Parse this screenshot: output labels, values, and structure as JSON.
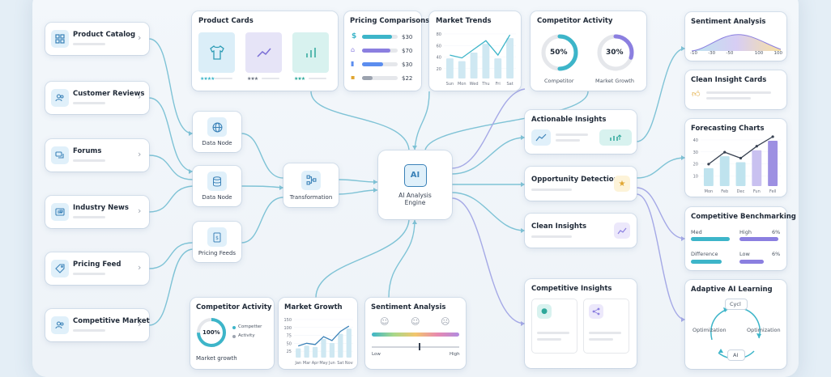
{
  "sources": [
    {
      "label": "Product Catalog",
      "icon": "grid-icon"
    },
    {
      "label": "Customer Reviews",
      "icon": "users-icon"
    },
    {
      "label": "Forums",
      "icon": "chat-icon"
    },
    {
      "label": "Industry News",
      "icon": "news-icon"
    },
    {
      "label": "Pricing Feed",
      "icon": "tag-icon"
    },
    {
      "label": "Competitive Market",
      "icon": "users-icon"
    }
  ],
  "nodes": {
    "data_node_1": "Data Node",
    "data_node_2": "Data Node",
    "pricing_feeds": "Pricing Feeds",
    "transformation": "Transformation",
    "engine_line1": "AI Analysis",
    "engine_line2": "Engine",
    "ai_chip": "AI"
  },
  "top": {
    "product_cards": {
      "title": "Product Cards"
    },
    "pricing": {
      "title": "Pricing Comparisons",
      "rows": [
        {
          "value": "$30",
          "fill": 0.85,
          "color": "#3db5c9"
        },
        {
          "value": "$70",
          "fill": 0.8,
          "color": "#8b7fe0"
        },
        {
          "value": "$30",
          "fill": 0.6,
          "color": "#5b8def"
        },
        {
          "value": "$22",
          "fill": 0.3,
          "color": "#9ca3af"
        }
      ]
    },
    "market_trends": {
      "title": "Market Trends",
      "yticks": [
        "80",
        "60",
        "40",
        "20"
      ],
      "xticks": [
        "Sun",
        "Mon",
        "Wed",
        "Thu",
        "Fri",
        "Sat"
      ]
    },
    "competitor_activity": {
      "title": "Competitor Activity",
      "rings": [
        {
          "value": "50%",
          "label": "Competitor",
          "fraction": 0.5,
          "color": "#3db5c9"
        },
        {
          "value": "30%",
          "label": "Market Growth",
          "fraction": 0.3,
          "color": "#8b7fe0"
        }
      ]
    }
  },
  "middle": {
    "actionable": "Actionable Insights",
    "opportunity": "Opportunity Detection",
    "clean_insights": "Clean Insights"
  },
  "bottom": {
    "competitor_activity": {
      "title": "Competitor Activity",
      "value": "100%",
      "legend": [
        "Competter",
        "Activity"
      ],
      "footer": "Market growth"
    },
    "market_growth": {
      "title": "Market Growth",
      "yticks": [
        "150",
        "100",
        "75",
        "50",
        "25"
      ],
      "xticks": [
        "Jan",
        "Mar",
        "Apr",
        "May",
        "Jun",
        "Sat",
        "Nov"
      ]
    },
    "sentiment": {
      "title": "Sentiment Analysis",
      "low": "Low",
      "high": "High"
    },
    "competitive_insights": {
      "title": "Competitive Insights"
    }
  },
  "right": {
    "sentiment": {
      "title": "Sentiment Analysis",
      "ticks": [
        "-10",
        "-30",
        "-50",
        "",
        "100",
        "100"
      ]
    },
    "clean_cards": {
      "title": "Clean Insight Cards"
    },
    "forecasting": {
      "title": "Forecasting Charts",
      "yticks": [
        "40",
        "30",
        "20",
        "10"
      ],
      "xticks": [
        "Mon",
        "Feb",
        "Dec",
        "Fun",
        "Fell"
      ]
    },
    "benchmark": {
      "title": "Competitive Benchmarking",
      "rows": [
        {
          "left": "Med",
          "right": "High",
          "delta": "6%"
        },
        {
          "left": "Difference",
          "right": "Low",
          "delta": "6%"
        }
      ]
    },
    "adaptive": {
      "title": "Adaptive AI Learning",
      "top": "Cycl",
      "left": "Optimization",
      "right": "Optimization",
      "bottom": "AI"
    }
  },
  "colors": {
    "teal": "#3db5c9",
    "purple": "#8b7fe0",
    "wire": "#7fc3d6",
    "wire_purple": "#a5a9e6"
  },
  "chart_data": [
    {
      "type": "bar",
      "title": "Market Trends",
      "categories": [
        "Sun",
        "Mon",
        "Wed",
        "Thu",
        "Fri",
        "Sat"
      ],
      "values": [
        35,
        30,
        45,
        60,
        35,
        70
      ],
      "ylim": [
        0,
        80
      ]
    },
    {
      "type": "bar",
      "title": "Market Growth",
      "categories": [
        "Jan",
        "Mar",
        "Apr",
        "May",
        "Jun",
        "Sat",
        "Nov"
      ],
      "values": [
        35,
        45,
        40,
        70,
        55,
        90,
        110
      ],
      "ylim": [
        0,
        150
      ]
    },
    {
      "type": "bar",
      "title": "Forecasting Charts",
      "categories": [
        "Mon",
        "Feb",
        "Dec",
        "Fun",
        "Fell"
      ],
      "values": [
        15,
        25,
        20,
        30,
        38
      ],
      "ylim": [
        0,
        40
      ]
    }
  ]
}
